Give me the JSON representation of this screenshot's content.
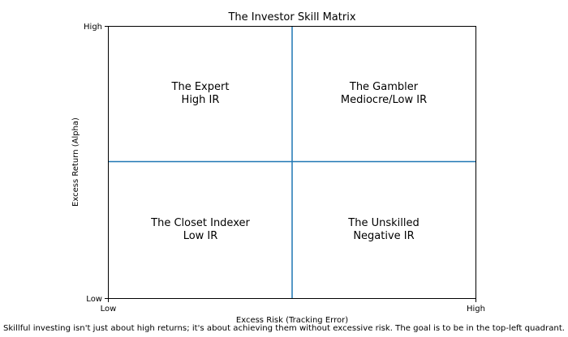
{
  "title": "The Investor Skill Matrix",
  "x_axis": {
    "label": "Excess Risk (Tracking Error)",
    "low": "Low",
    "high": "High"
  },
  "y_axis": {
    "label": "Excess Return (Alpha)",
    "low": "Low",
    "high": "High"
  },
  "quadrants": {
    "top_left": {
      "name": "The Expert",
      "rating": "High IR"
    },
    "top_right": {
      "name": "The Gambler",
      "rating": "Mediocre/Low IR"
    },
    "bottom_left": {
      "name": "The Closet Indexer",
      "rating": "Low IR"
    },
    "bottom_right": {
      "name": "The Unskilled",
      "rating": "Negative IR"
    }
  },
  "caption": "Skillful investing isn't just about high returns; it's about achieving them without excessive risk. The goal is to be in the top-left quadrant.",
  "colors": {
    "divider": "#1f77b4",
    "frame": "#000000",
    "background": "#ffffff"
  }
}
